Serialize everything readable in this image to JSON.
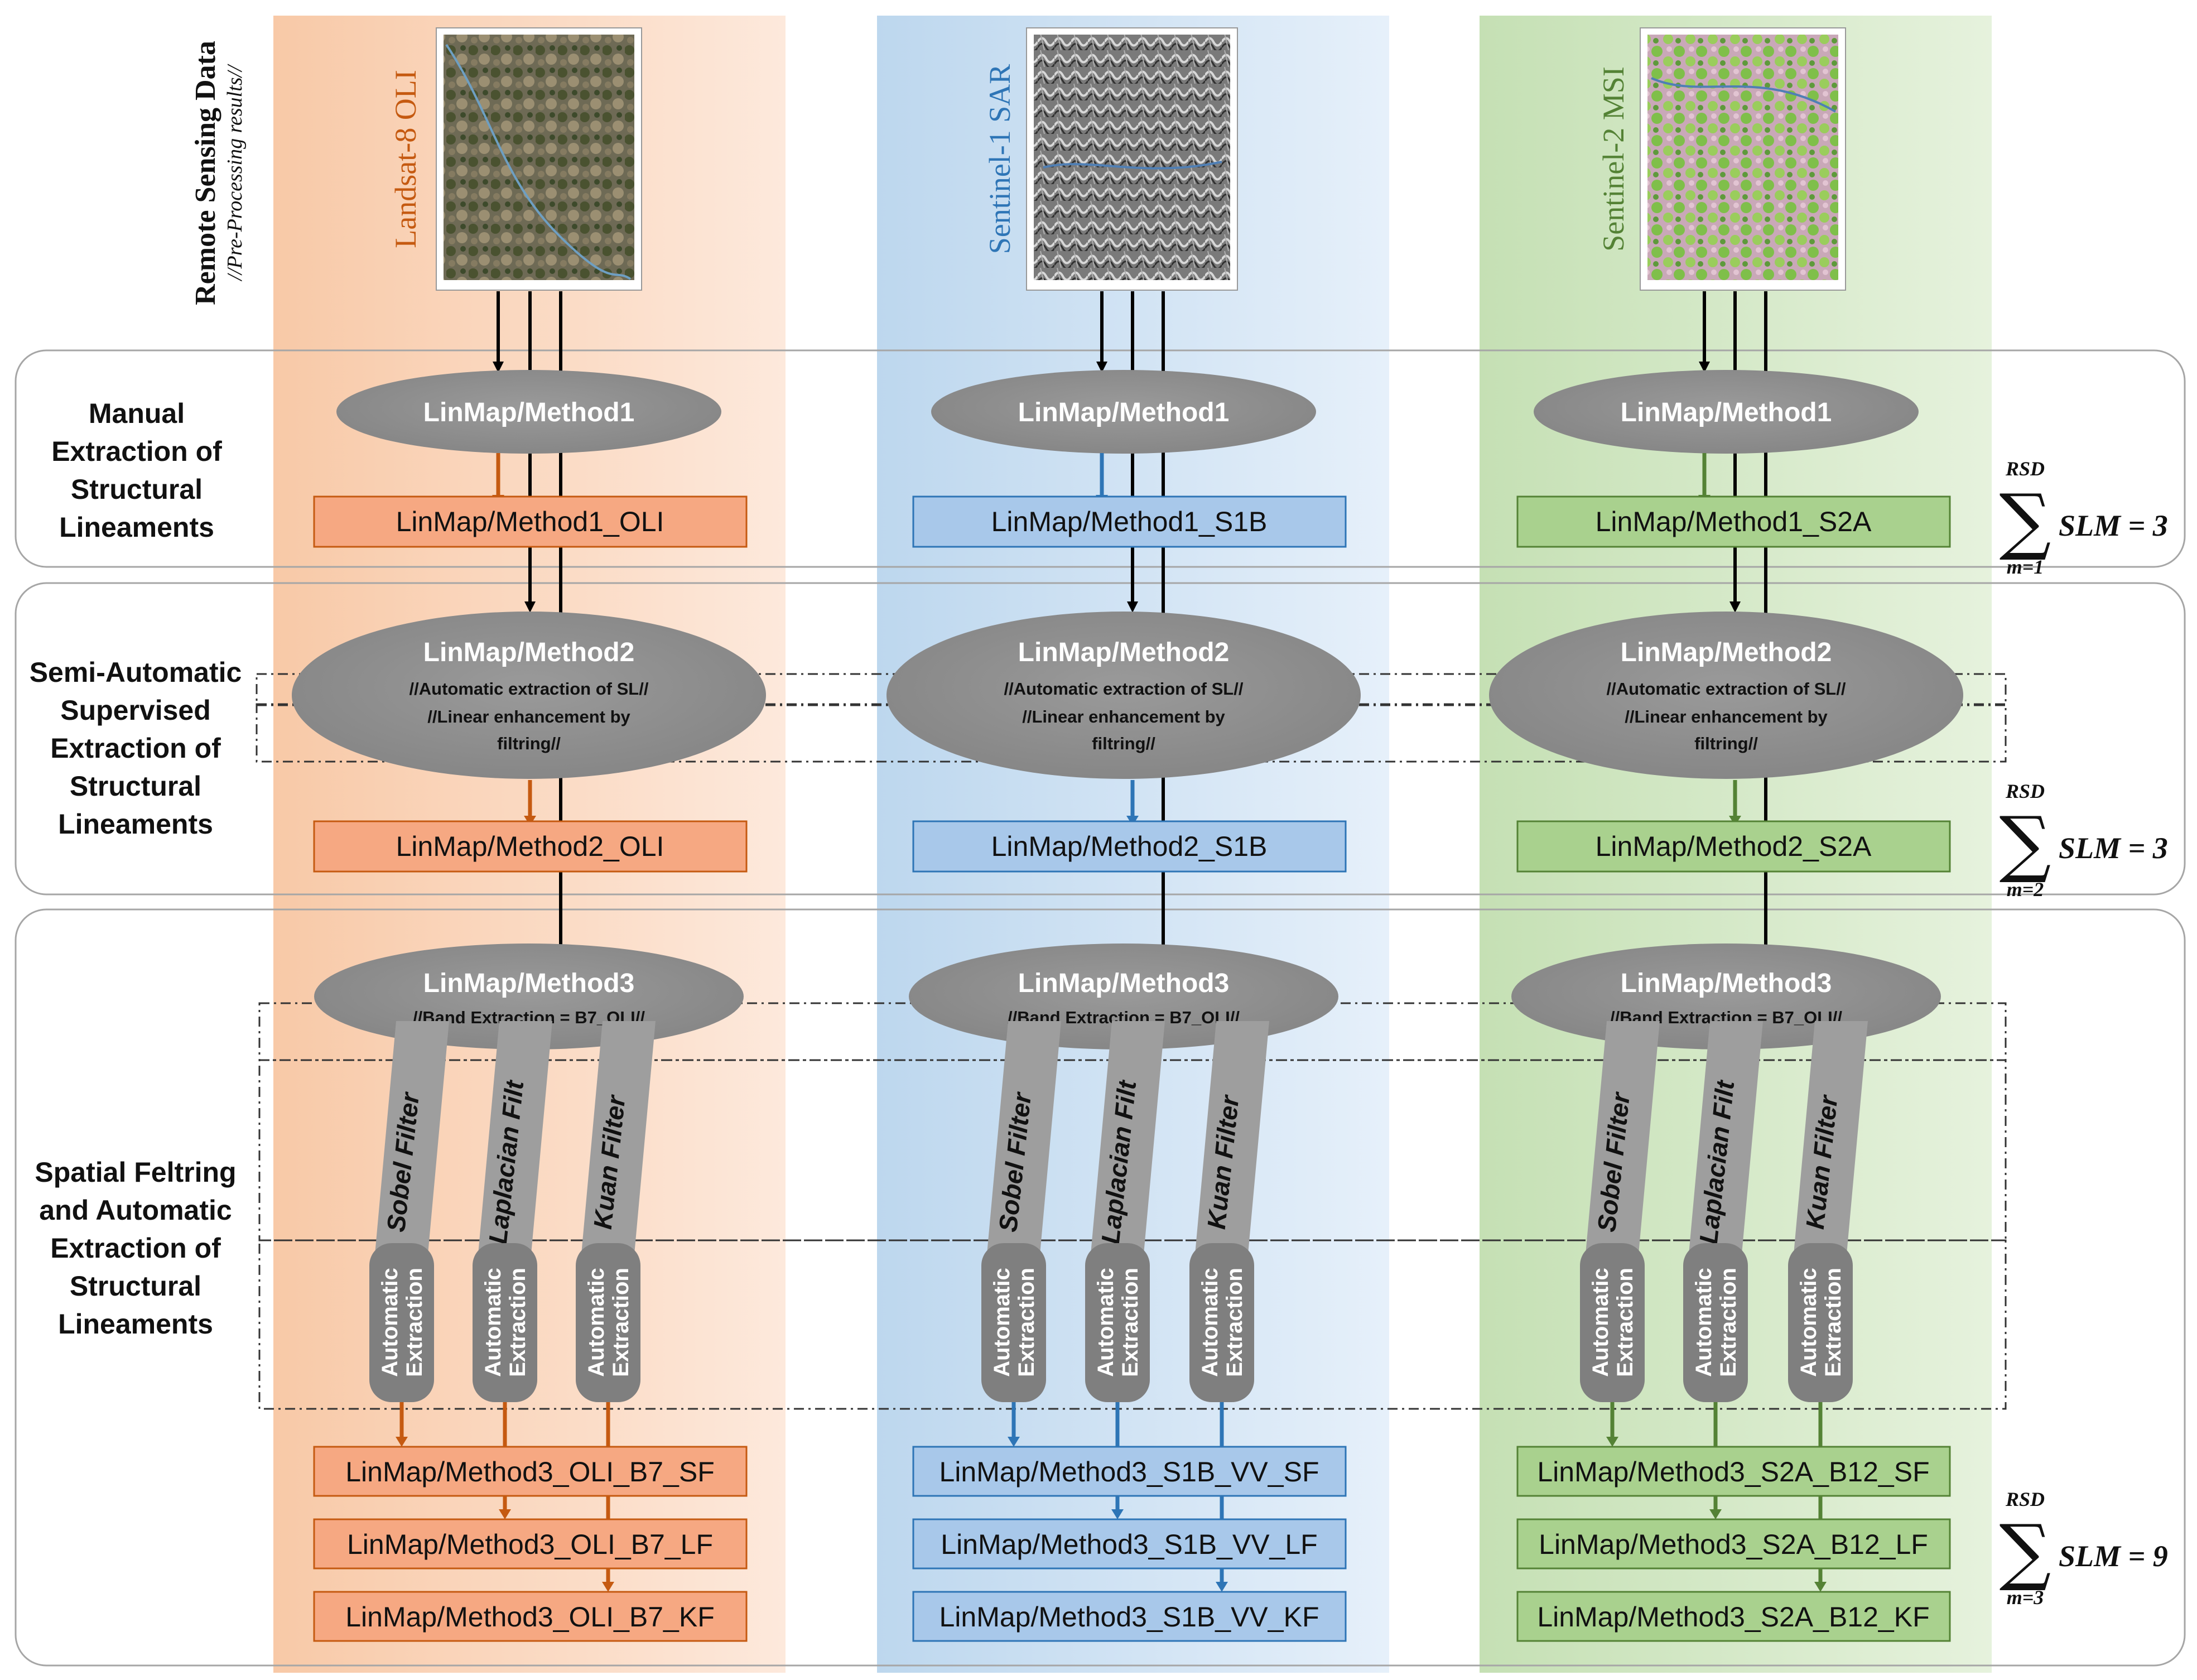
{
  "header": {
    "title": "Remote Sensing Data",
    "subtitle": "//Pre-Processing results//"
  },
  "columns": [
    {
      "id": "oli",
      "sensor_label": "Landsat-8 OLI",
      "accent": "#c55a11",
      "bg_start": "#f8c9a7",
      "bg_end": "#fde9dc",
      "box_fill": "#f6a882",
      "method1_box": "LinMap/Method1_OLI",
      "method2_box": "LinMap/Method2_OLI",
      "method3_sub": "//Band Extraction = B7_OLI//",
      "filters": [
        "Sobel Filter",
        "Laplacian Filt",
        "Kuan Filter"
      ],
      "method3_boxes": [
        "LinMap/Method3_OLI_B7_SF",
        "LinMap/Method3_OLI_B7_LF",
        "LinMap/Method3_OLI_B7_KF"
      ]
    },
    {
      "id": "s1b",
      "sensor_label": "Sentinel-1 SAR",
      "accent": "#2e75b6",
      "bg_start": "#bdd7ee",
      "bg_end": "#e6f0fa",
      "box_fill": "#a8c8ea",
      "method1_box": "LinMap/Method1_S1B",
      "method2_box": "LinMap/Method2_S1B",
      "method3_sub": "//Band Extraction = B7_OLI//",
      "filters": [
        "Sobel Filter",
        "Laplacian Filt",
        "Kuan Filter"
      ],
      "method3_boxes": [
        "LinMap/Method3_S1B_VV_SF",
        "LinMap/Method3_S1B_VV_LF",
        "LinMap/Method3_S1B_VV_KF"
      ]
    },
    {
      "id": "s2a",
      "sensor_label": "Sentinel-2 MSI",
      "accent": "#548235",
      "bg_start": "#c5e0b4",
      "bg_end": "#e6f2dd",
      "box_fill": "#a9d18e",
      "method1_box": "LinMap/Method1_S2A",
      "method2_box": "LinMap/Method2_S2A",
      "method3_sub": "//Band Extraction = B7_OLI//",
      "filters": [
        "Sobel Filter",
        "Laplacian Filt",
        "Kuan Filter"
      ],
      "method3_boxes": [
        "LinMap/Method3_S2A_B12_SF",
        "LinMap/Method3_S2A_B12_LF",
        "LinMap/Method3_S2A_B12_KF"
      ]
    }
  ],
  "methods": {
    "m1_title": "LinMap/Method1",
    "m2_title": "LinMap/Method2",
    "m2_sub1": "//Automatic extraction of SL//",
    "m2_sub2a": "//Linear enhancement by",
    "m2_sub2b": "filtring//",
    "m3_title": "LinMap/Method3",
    "auto_line1": "Automatic",
    "auto_line2": "Extraction"
  },
  "rows": [
    {
      "label_lines": [
        "Manual",
        "Extraction of",
        "Structural",
        "Lineaments"
      ],
      "formula": {
        "top": "RSD",
        "bottom": "m=1",
        "body": "SLM = 3"
      }
    },
    {
      "label_lines": [
        "Semi-Automatic",
        "Supervised",
        "Extraction of",
        "Structural",
        "Lineaments"
      ],
      "formula": {
        "top": "RSD",
        "bottom": "m=2",
        "body": "SLM = 3"
      }
    },
    {
      "label_lines": [
        "Spatial Feltring",
        "and Automatic",
        "Extraction of",
        "Structural",
        "Lineaments"
      ],
      "formula": {
        "top": "RSD",
        "bottom": "m=3",
        "body": "SLM = 9"
      }
    }
  ],
  "colors": {
    "ellipse": "#8c8c8c",
    "filter_band": "#9e9e9e",
    "auto_pill": "#7f7f7f",
    "row_border": "#a6a6a6"
  }
}
